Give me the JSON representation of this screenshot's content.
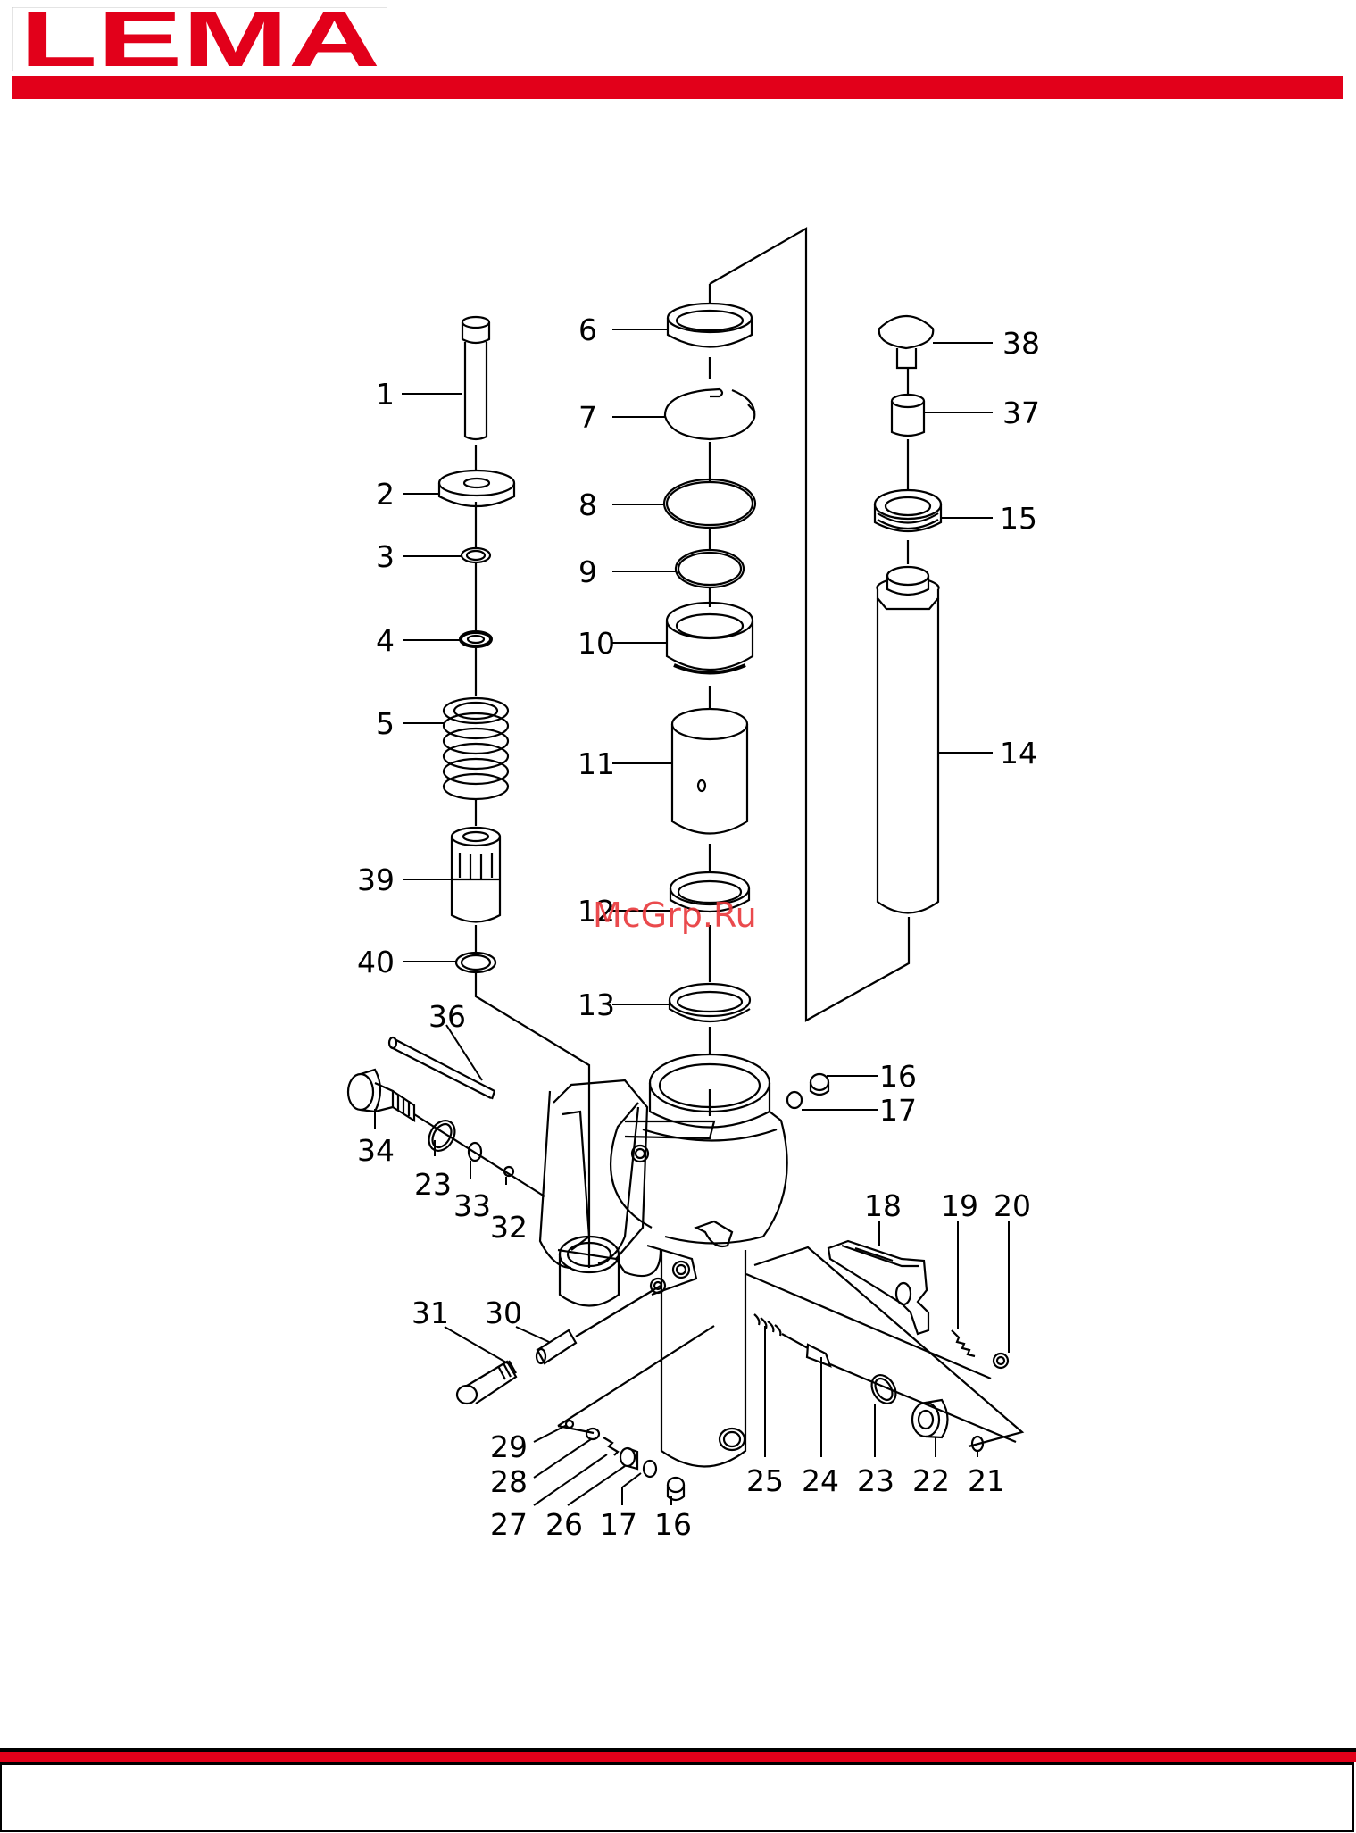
{
  "header": {
    "logo_text": "LEMA",
    "brand_color": "#e2001a"
  },
  "watermark": "McGrp.Ru",
  "part_labels": [
    "1",
    "2",
    "3",
    "4",
    "5",
    "39",
    "40",
    "36",
    "34",
    "23",
    "33",
    "32",
    "31",
    "30",
    "29",
    "28",
    "27",
    "26",
    "17",
    "16",
    "6",
    "7",
    "8",
    "9",
    "10",
    "11",
    "12",
    "13",
    "16",
    "17",
    "18",
    "19",
    "20",
    "25",
    "24",
    "23",
    "22",
    "21",
    "38",
    "37",
    "15",
    "14"
  ],
  "footer": {
    "text": ""
  }
}
